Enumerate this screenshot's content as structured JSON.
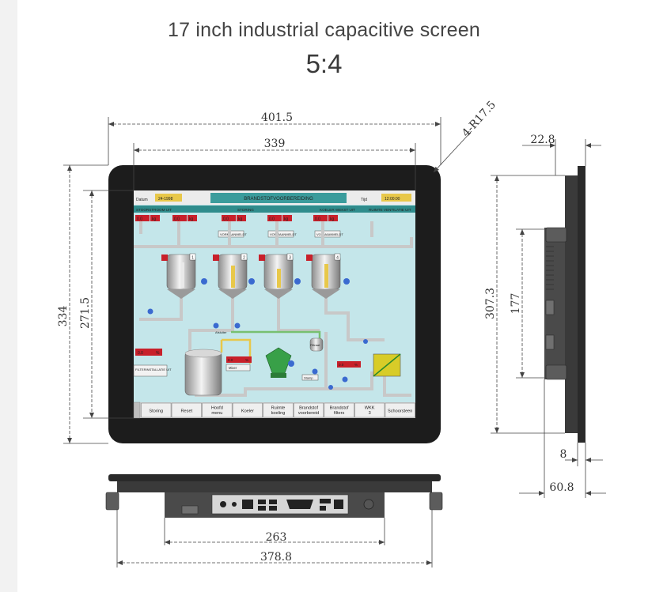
{
  "header": {
    "title": "17 inch industrial capacitive screen",
    "ratio": "5:4"
  },
  "dimensions": {
    "overall_width": "401.5",
    "active_width": "339",
    "corner_radius": "4-R17.5",
    "overall_height": "334",
    "active_height": "271.5",
    "side_top": "22.8",
    "side_height": "307.3",
    "side_bracket": "177",
    "side_bezel": "8",
    "side_depth": "60.8",
    "bottom_ports": "263",
    "bottom_width": "378.8"
  },
  "screen": {
    "date_label": "Datum",
    "date_value": "24-1998",
    "banner": "BRANDSTOFVOORBEREIDING",
    "time_label": "Tijd",
    "time_value": "12:00:00",
    "sections": [
      "STOORSTROOM UIT",
      "STORING",
      "KOELER WEKST UIT",
      "RUIMTE VENTILATIE UIT"
    ],
    "readouts": [
      "0.0",
      "kg",
      "0.0",
      "kg",
      "0.0",
      "kg",
      "0.0",
      "kg",
      "0.0",
      "kg"
    ],
    "buttons_vorm": [
      "VORMAANMELDT",
      "VORMAANMELDT",
      "VORMAANMELDT"
    ],
    "tank_numbers": [
      "1",
      "2",
      "3",
      "4"
    ],
    "small_labels": [
      "FILTERINSTALLATIE UIT",
      "Afsluiter",
      "Mixer",
      "Filtraat",
      "Stamp"
    ],
    "pct_readouts": [
      "0.0",
      "%",
      "0.0",
      "%",
      "0.0",
      "%"
    ],
    "nav_buttons": [
      "Storing",
      "Reset",
      "Hoofd menu",
      "Koeler",
      "Ruimte koeling",
      "Brandstof voorbereid",
      "Brandstof filters",
      "WKK 3",
      "Schoorsteen"
    ]
  },
  "colors": {
    "bezel": "#1c1c1c",
    "screen_bg": "#bfe3e8",
    "header_bar": "#3b9c9c",
    "dim_line": "#444444"
  }
}
